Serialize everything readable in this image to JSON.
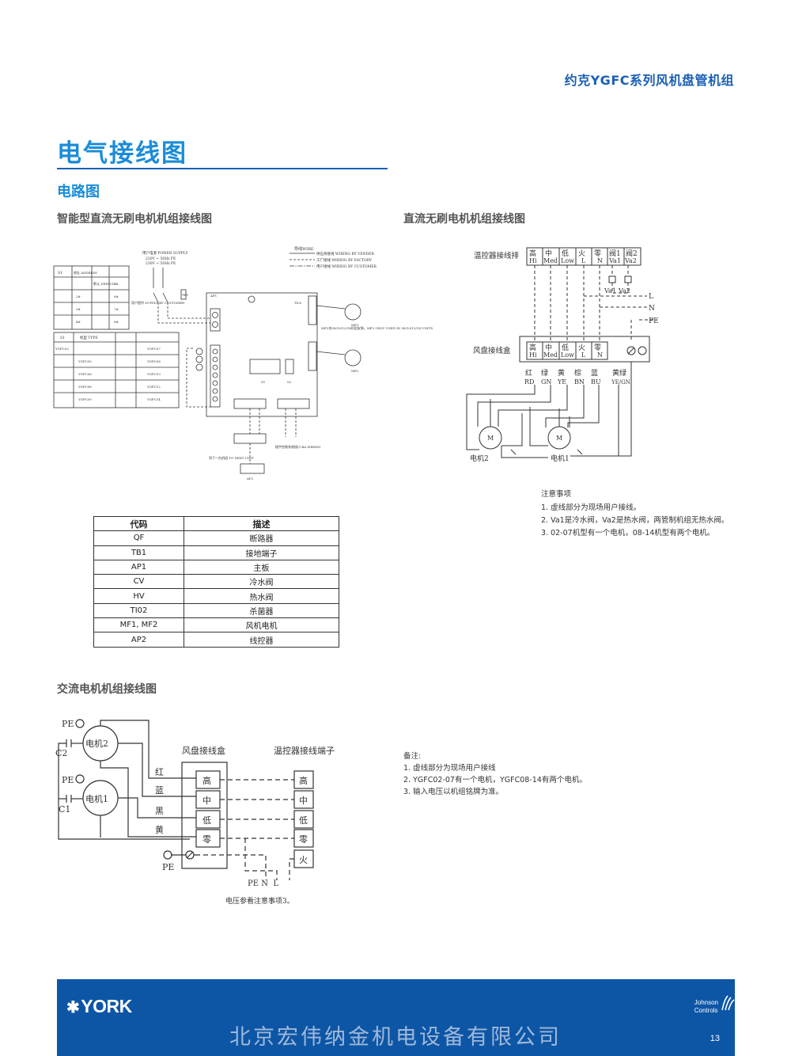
{
  "header": {
    "title": "约克YGFC系列风机盘管机组"
  },
  "section": {
    "title": "电气接线图",
    "subtitle": "电路图"
  },
  "diagrams": {
    "smart_dc_title": "智能型直流无刷电机机组接线图",
    "dc_title": "直流无刷电机机组接线图",
    "ac_title": "交流电机机组接线图"
  },
  "smart_dc": {
    "power_supply": "用户电源 POWER SUPPLY",
    "voltage1": "220V ~ 50Hz PE",
    "voltage2": "230V ~ 50Hz PE",
    "wire_title": "导线WIRE",
    "legend_vender": "供应商接线 WIRING BY VENDER",
    "legend_factory": "工厂接线 WIRING BY FACTORY",
    "legend_customer": "用户接线 WIRING BY CUSTOMER",
    "mf2_note": "MF2仅08/10/12/14机组安装。MF2 ONLY USED IN 08/10/12/14 UNITS.",
    "customer_supply": "用户提供 SUPPLY BY CUSTOMER",
    "building_wiring": "楼宇控制系统接口 BA WIRING",
    "next_unit": "到下一台机组 TO NEXT UNIT",
    "addr_hdr_s1": "S1",
    "addr_hdr_addr": "地址 ADDRESS",
    "type_hdr_s1": "S1",
    "type_hdr_type": "机型 TYPE",
    "types_left": [
      "YGFC03",
      "YGFC05",
      "YGFC06",
      "YGFC08",
      "YGFC09"
    ],
    "types_right": [
      "YGFC07",
      "YGFC08",
      "YGFC10",
      "YGFC12",
      "YGFC14"
    ],
    "addresses_left": [
      "默认 DEFAULT",
      "2#",
      "3#",
      "4#"
    ],
    "addresses_right": [
      "5#",
      "6#",
      "7#",
      "8#"
    ],
    "tb1": "TB1",
    "ap1": "AP1",
    "ap2": "AP2",
    "ti02": "TI02",
    "s1": "S1",
    "s2": "S2",
    "mf1": "MF1",
    "mf2": "MF2"
  },
  "codes_table": {
    "headers": [
      "代码",
      "描述"
    ],
    "rows": [
      [
        "QF",
        "断路器"
      ],
      [
        "TB1",
        "接地端子"
      ],
      [
        "AP1",
        "主板"
      ],
      [
        "CV",
        "冷水阀"
      ],
      [
        "HV",
        "热水阀"
      ],
      [
        "TI02",
        "杀菌器"
      ],
      [
        "MF1, MF2",
        "风机电机"
      ],
      [
        "AP2",
        "线控器"
      ]
    ]
  },
  "dc_diagram": {
    "thermostat_label": "温控器接线排",
    "fan_box_label": "风盘接线盒",
    "top_terminals": [
      {
        "cn": "高",
        "en": "Hi"
      },
      {
        "cn": "中",
        "en": "Med"
      },
      {
        "cn": "低",
        "en": "Low"
      },
      {
        "cn": "火",
        "en": "L"
      },
      {
        "cn": "零",
        "en": "N"
      },
      {
        "cn": "阀1",
        "en": "Va1"
      },
      {
        "cn": "阀2",
        "en": "Va2"
      }
    ],
    "box_terminals": [
      {
        "cn": "高",
        "en": "Hi"
      },
      {
        "cn": "中",
        "en": "Med"
      },
      {
        "cn": "低",
        "en": "Low"
      },
      {
        "cn": "火",
        "en": "L"
      },
      {
        "cn": "零",
        "en": "N"
      }
    ],
    "wire_colors": [
      {
        "cn": "红",
        "en": "RD"
      },
      {
        "cn": "绿",
        "en": "GN"
      },
      {
        "cn": "黄",
        "en": "YE"
      },
      {
        "cn": "棕",
        "en": "BN"
      },
      {
        "cn": "蓝",
        "en": "BU"
      },
      {
        "cn": "黄绿",
        "en": "YE/GN"
      }
    ],
    "valve_labels": [
      "Va1",
      "Va2"
    ],
    "line_labels": [
      "L",
      "N",
      "PE"
    ],
    "motor1": "电机1",
    "motor2": "电机2",
    "motor_symbol": "M",
    "notes_title": "注意事项",
    "notes": [
      "1. 虚线部分为现场用户接线。",
      "2. Va1是冷水阀，Va2是热水阀，两管制机组无热水阀。",
      "3. 02-07机型有一个电机，08-14机型有两个电机。"
    ]
  },
  "ac_diagram": {
    "fan_box_label": "风盘接线盒",
    "thermostat_label": "温控器接线端子",
    "motor1": "电机1",
    "motor2": "电机2",
    "c1": "C1",
    "c2": "C2",
    "pe": "PE",
    "wire_colors": [
      "红",
      "蓝",
      "黑",
      "黄"
    ],
    "box_terminals": [
      "高",
      "中",
      "低",
      "零"
    ],
    "thermo_terminals": [
      "高",
      "中",
      "低",
      "零",
      "火"
    ],
    "bottom_labels": "PE N  L",
    "voltage_note": "电压参看注意事项3。",
    "remarks_title": "备注:",
    "remarks": [
      "1. 虚线部分为现场用户接线",
      "2. YGFC02-07有一个电机，YGFC08-14有两个电机。",
      "3. 输入电压以机组铭牌为准。"
    ]
  },
  "footer": {
    "brand": "YORK",
    "partner_line1": "Johnson",
    "partner_line2": "Controls",
    "company": "北京宏伟纳金机电设备有限公司",
    "page": "13"
  },
  "colors": {
    "accent": "#1a8cd8",
    "brand": "#0d56a6",
    "text": "#222222"
  }
}
